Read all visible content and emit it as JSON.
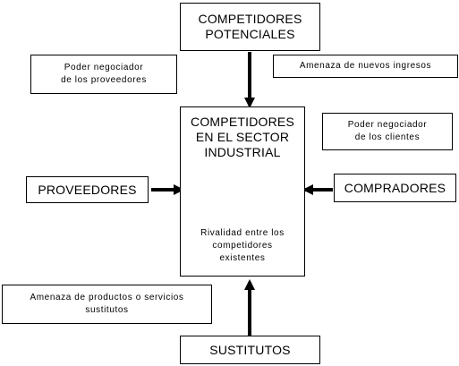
{
  "diagram": {
    "nodes": {
      "potential_competitors": "COMPETIDORES\nPOTENCIALES",
      "industry_competitors": "COMPETIDORES\nEN EL SECTOR\nINDUSTRIAL",
      "rivalry_note": "Rivalidad entre los\ncompetidores\nexistentes",
      "suppliers": "PROVEEDORES",
      "buyers": "COMPRADORES",
      "substitutes": "SUSTITUTOS"
    },
    "labels": {
      "supplier_power": "Poder negociador\nde los proveedores",
      "new_entrants_threat": "Amenaza de nuevos ingresos",
      "buyer_power": "Poder negociador\nde los clientes",
      "substitutes_threat": "Amenaza de productos o servicios\nsustitutos"
    }
  }
}
